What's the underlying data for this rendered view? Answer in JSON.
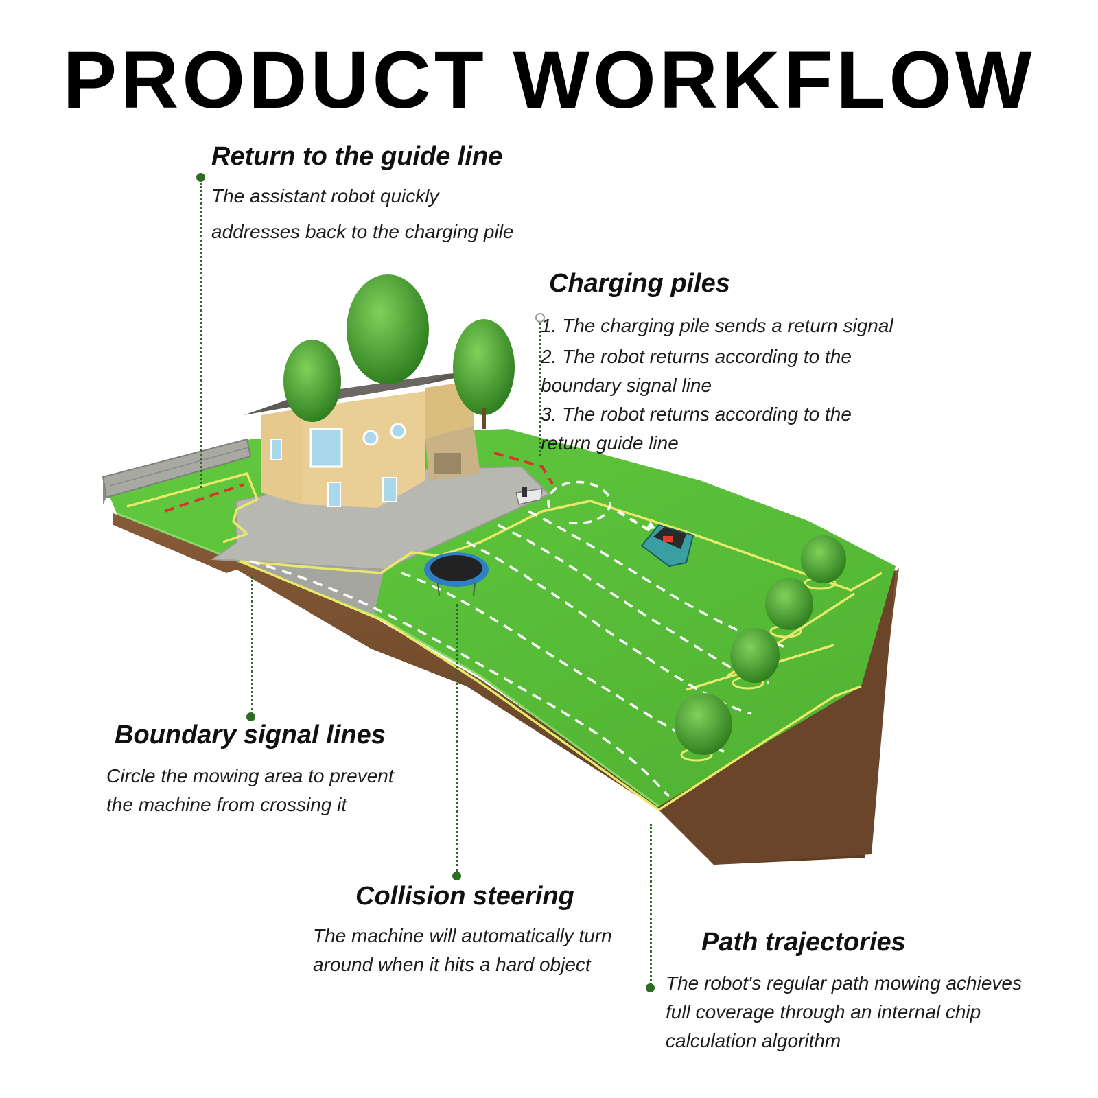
{
  "title": "PRODUCT WORKFLOW",
  "callouts": {
    "return_guide": {
      "heading": "Return to the guide line",
      "lines": [
        "The assistant robot quickly",
        "addresses back to the charging pile"
      ]
    },
    "charging_piles": {
      "heading": "Charging piles",
      "lines": [
        "1. The charging pile sends a return signal",
        "2. The robot returns according to the",
        "boundary signal line",
        "3. The robot returns according to the",
        "return guide line"
      ]
    },
    "boundary_lines": {
      "heading": "Boundary signal lines",
      "lines": [
        "Circle the mowing area to prevent",
        "the machine from crossing it"
      ]
    },
    "collision_steering": {
      "heading": "Collision steering",
      "lines": [
        "The machine will automatically turn",
        "around when it hits a hard object"
      ]
    },
    "path_trajectories": {
      "heading": "Path trajectories",
      "lines": [
        "The robot's regular path mowing achieves",
        "full coverage through an internal chip",
        "calculation algorithm"
      ]
    }
  },
  "colors": {
    "lawn": "#5cc23a",
    "lawn_dark": "#3f9a28",
    "soil": "#7a5233",
    "boundary_wire": "#e8e86a",
    "guide_wire": "#d9362b",
    "path_dashes": "#ffffff",
    "leader": "#2e6b24"
  },
  "icons": [
    "house-icon",
    "tree-icon",
    "trampoline-icon",
    "robot-mower-icon",
    "charging-pile-icon"
  ]
}
